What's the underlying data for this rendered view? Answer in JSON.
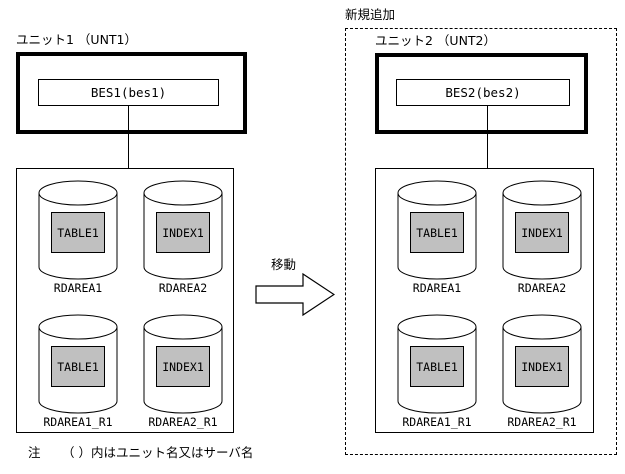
{
  "diagram": {
    "title_note_mark": "注",
    "note_text": "（ ）内はユニット名又はサーバ名",
    "new_addition_label": "新規追加",
    "move_label": "移動",
    "gray_fill_color": "#c0c0c0",
    "line_color": "#000000",
    "background_color": "#ffffff"
  },
  "left_unit": {
    "unit_label": "ユニット1 （UNT1）",
    "server_label": "BES1(bes1)",
    "areas": [
      {
        "name": "RDAREA1",
        "content": "TABLE1"
      },
      {
        "name": "RDAREA2",
        "content": "INDEX1"
      },
      {
        "name": "RDAREA1_R1",
        "content": "TABLE1"
      },
      {
        "name": "RDAREA2_R1",
        "content": "INDEX1"
      }
    ]
  },
  "right_unit": {
    "unit_label": "ユニット2 （UNT2）",
    "server_label": "BES2(bes2)",
    "areas": [
      {
        "name": "RDAREA1",
        "content": "TABLE1"
      },
      {
        "name": "RDAREA2",
        "content": "INDEX1"
      },
      {
        "name": "RDAREA1_R1",
        "content": "TABLE1"
      },
      {
        "name": "RDAREA2_R1",
        "content": "INDEX1"
      }
    ]
  }
}
